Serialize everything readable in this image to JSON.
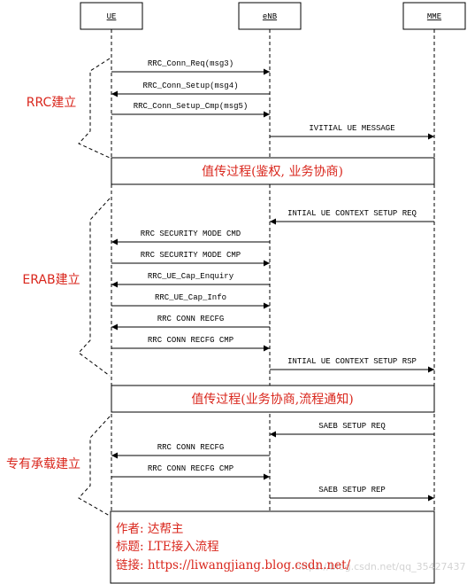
{
  "entities": [
    "UE",
    "eNB",
    "MME"
  ],
  "messages": [
    {
      "from": 0,
      "to": 1,
      "label": "RRC_Conn_Req(msg3)"
    },
    {
      "from": 1,
      "to": 0,
      "label": "RRC_Conn_Setup(msg4)"
    },
    {
      "from": 0,
      "to": 1,
      "label": "RRC_Conn_Setup_Cmp(msg5)"
    },
    {
      "from": 1,
      "to": 2,
      "label": "IVITIAL UE MESSAGE"
    },
    {
      "from": 2,
      "to": 1,
      "label": "INTIAL UE CONTEXT SETUP REQ"
    },
    {
      "from": 1,
      "to": 0,
      "label": "RRC SECURITY MODE CMD"
    },
    {
      "from": 0,
      "to": 1,
      "label": "RRC SECURITY MODE CMP"
    },
    {
      "from": 1,
      "to": 0,
      "label": "RRC_UE_Cap_Enquiry"
    },
    {
      "from": 0,
      "to": 1,
      "label": "RRC_UE_Cap_Info"
    },
    {
      "from": 1,
      "to": 0,
      "label": "RRC CONN RECFG"
    },
    {
      "from": 0,
      "to": 1,
      "label": "RRC CONN RECFG CMP"
    },
    {
      "from": 1,
      "to": 2,
      "label": "INTIAL UE CONTEXT SETUP RSP"
    },
    {
      "from": 2,
      "to": 1,
      "label": "SAEB SETUP REQ"
    },
    {
      "from": 1,
      "to": 0,
      "label": "RRC CONN RECFG"
    },
    {
      "from": 0,
      "to": 1,
      "label": "RRC CONN RECFG CMP"
    },
    {
      "from": 1,
      "to": 2,
      "label": "SAEB SETUP REP"
    }
  ],
  "processes": [
    "值传过程(鉴权, 业务协商)",
    "值传过程(业务协商,流程通知)"
  ],
  "phases": [
    "RRC建立",
    "ERAB建立",
    "专有承载建立"
  ],
  "info": {
    "author": "作者: 达帮主",
    "title": "标题: LTE接入流程",
    "link": "链接: https://liwangjiang.blog.csdn.net/"
  },
  "watermark": "https://blog.csdn.net/qq_35427437",
  "colors": {
    "accent": "#d9261c",
    "line": "#000000"
  }
}
